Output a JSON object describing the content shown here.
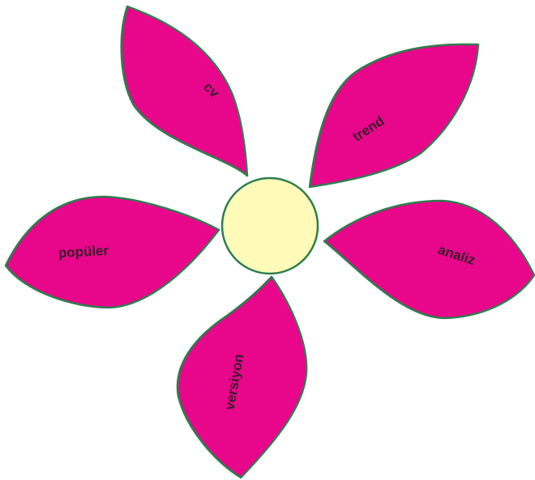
{
  "colors": {
    "petal_fill": "#E8068A",
    "petal_stroke": "#2E7D4F",
    "center_fill": "#FFFAB8",
    "center_stroke": "#2E7D4F",
    "label_color": "#3a1a2a"
  },
  "petals": {
    "cv": {
      "label": "cv"
    },
    "trend": {
      "label": "trend"
    },
    "analiz": {
      "label": "analiz"
    },
    "versiyon": {
      "label": "versiyon"
    },
    "populer": {
      "label": "popüler"
    }
  }
}
